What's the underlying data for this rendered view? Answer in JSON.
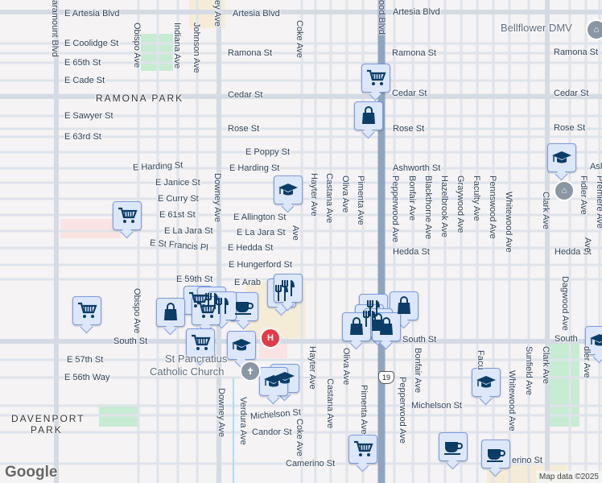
{
  "map": {
    "colors": {
      "background": "#f5f3f4",
      "road": "#dfe3ea",
      "highway": "#8ea5c0",
      "park": "#c6ecd2",
      "marker_fill": "#dde7fa",
      "marker_border": "#7b9be0",
      "icon": "#0b3d66",
      "hospital": "#e23b48"
    },
    "horizontal_labels": [
      "E Artesia Blvd",
      "Artesia Blvd",
      "Artesia Blvd",
      "E Coolidge St",
      "Ramona St",
      "Ramona St",
      "Ramona St",
      "E 65th St",
      "E Cade St",
      "Cedar St",
      "Cedar St",
      "Cedar St",
      "E Sawyer St",
      "Rose St",
      "Rose St",
      "Rose St",
      "E 63rd St",
      "E Poppy St",
      "E Harding St",
      "E Harding St",
      "Ashworth St",
      "Ash",
      "E Janice St",
      "E Curry St",
      "E 61st St",
      "E Allington St",
      "E La Jara St",
      "E La Jara St",
      "E St Francis Pl",
      "E Hedda St",
      "Hedda St",
      "Hedda St",
      "E Hungerford St",
      "E 59th St",
      "E Arab",
      "South St",
      "South St",
      "South",
      "E 57th St",
      "E 56th Way",
      "Michelson St",
      "Michelson St",
      "Candor St",
      "Camerino St",
      "erino St"
    ],
    "vertical_labels": [
      "aramount Blvd",
      "Obispo Ave",
      "Indiana Ave",
      "Johnson Ave",
      "ey Ave",
      "Downey Ave",
      "Downey Ave",
      "Coke Ave",
      "Ave",
      "Coke Ave",
      "ood Blvd",
      "Hayter Ave",
      "Hayter Ave",
      "Castana Ave",
      "Castana Ave",
      "Oliva Ave",
      "Oliva Ave",
      "Pimenta Ave",
      "Pimenta Ave",
      "Pepperwood Ave",
      "Pepperwood Ave",
      "Bonfair Ave",
      "Bonfair Ave",
      "Blackthorne Ave",
      "Hazelbrook Ave",
      "Graywood Ave",
      "Faculty Ave",
      "Facu",
      "Pennswood Ave",
      "Whitewood Ave",
      "Whitewood Ave",
      "Clark Ave",
      "Clark Ave",
      "Fidler Ave",
      "dler Ave",
      "Premiere Ave",
      "Dagwood Ave",
      "Sunfield Ave",
      "Obispo Ave",
      "Verdura Ave",
      "Ave"
    ],
    "areas": [
      "RAMONA PARK",
      "DAVENPORT",
      "PARK"
    ],
    "places": [
      "Bellflower DMV",
      "St Pancratius",
      "Catholic Church"
    ],
    "route_shield": "19",
    "hospital_label": "H",
    "markers": [
      {
        "icon": "shopping-cart"
      },
      {
        "icon": "shopping-cart"
      },
      {
        "icon": "shopping-bag"
      },
      {
        "icon": "graduation-cap"
      },
      {
        "icon": "graduation-cap"
      },
      {
        "icon": "shopping-cart"
      },
      {
        "icon": "shopping-cart"
      },
      {
        "icon": "restaurant"
      },
      {
        "icon": "cafe"
      },
      {
        "icon": "restaurant"
      },
      {
        "icon": "shopping-bag"
      },
      {
        "icon": "shopping-cart"
      },
      {
        "icon": "restaurant"
      },
      {
        "icon": "restaurant"
      },
      {
        "icon": "shopping-cart"
      },
      {
        "icon": "graduation-cap"
      },
      {
        "icon": "graduation-cap"
      },
      {
        "icon": "graduation-cap"
      },
      {
        "icon": "restaurant"
      },
      {
        "icon": "shopping-bag"
      },
      {
        "icon": "restaurant"
      },
      {
        "icon": "shopping-bag"
      },
      {
        "icon": "shopping-bag"
      },
      {
        "icon": "shopping-bag"
      },
      {
        "icon": "graduation-cap"
      },
      {
        "icon": "graduation-cap"
      },
      {
        "icon": "shopping-cart"
      },
      {
        "icon": "cafe"
      },
      {
        "icon": "cafe"
      }
    ],
    "logo": "Google",
    "attribution": "Map data ©2025"
  }
}
